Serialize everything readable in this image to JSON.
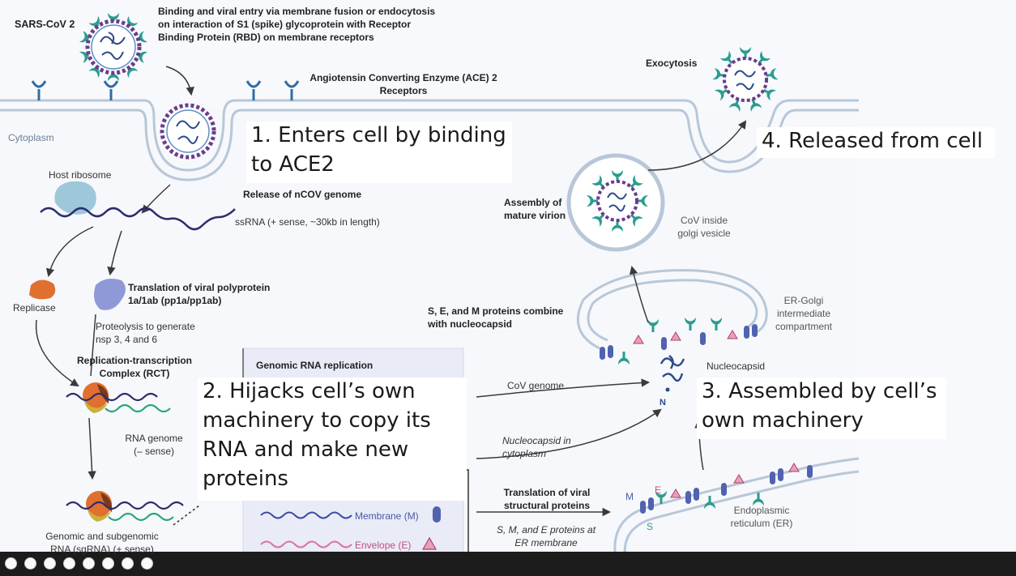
{
  "labels": {
    "virus": "SARS-CoV 2",
    "binding_entry": "Binding and viral entry via membrane fusion or endocytosis on interaction of S1 (spike) glycoprotein with Receptor Binding Protein (RBD) on membrane receptors",
    "ace2_receptors": "Angiotensin Converting Enzyme (ACE) 2 Receptors",
    "cytoplasm": "Cytoplasm",
    "host_ribosome": "Host ribosome",
    "release_genome": "Release of nCOV genome",
    "ssrna": "ssRNA (+ sense, ~30kb in length)",
    "replicase": "Replicase",
    "translation_poly": "Translation of viral polyprotein 1a/1ab (pp1a/pp1ab)",
    "proteolysis": "Proteolysis to generate nsp 3, 4 and 6",
    "rtc": "Replication-transcription Complex (RCT)",
    "rna_genome": "RNA genome (– sense)",
    "genomic_subgenomic": "Genomic and subgenomic RNA (sgRNA) (+ sense)",
    "genomic_replication": "Genomic RNA replication",
    "membrane_m": "Membrane (M)",
    "envelope_e": "Envelope (E)",
    "cov_genome": "CoV genome",
    "nucleocapsid_cytoplasm": "Nucleocapsid in cytoplasm",
    "translation_structural": "Translation of viral structural proteins",
    "sme_proteins": "S, M, and E proteins at ER membrane",
    "er": "Endoplasmic reticulum (ER)",
    "sem_combine": "S, E, and M proteins combine with nucleocapsid",
    "nucleocapsid": "Nucleocapsid",
    "n": "N",
    "er_golgi": "ER-Golgi intermediate compartment",
    "assembly_mature": "Assembly of mature virion",
    "cov_golgi": "CoV inside golgi vesicle",
    "exocytosis": "Exocytosis",
    "m": "M",
    "e": "E",
    "s": "S"
  },
  "callouts": {
    "step1": "1. Enters cell by binding to ACE2",
    "step2": "2. Hijacks cell’s own machinery to copy its RNA and make new proteins",
    "step3": "3. Assembled by cell’s own machinery",
    "step4": "4. Released from cell"
  },
  "colors": {
    "membrane": "#b8c7d8",
    "receptor": "#2f6da3",
    "spike": "#2a9d8f",
    "virion_ring": "#6a3d8a",
    "rna": "#2b2d6e",
    "replicase": "#e07030",
    "polyprotein": "#8f99d8",
    "ribosome": "#9ec8da",
    "envelope": "#d9739b",
    "rna_green": "#2aa67a"
  },
  "icons": [
    "virus-icon",
    "receptor-icon",
    "ribosome-icon",
    "replicase-icon",
    "polyprotein-icon",
    "rtc-complex-icon",
    "membrane-protein-icon",
    "envelope-protein-icon",
    "nucleocapsid-icon",
    "play-control-icons"
  ]
}
